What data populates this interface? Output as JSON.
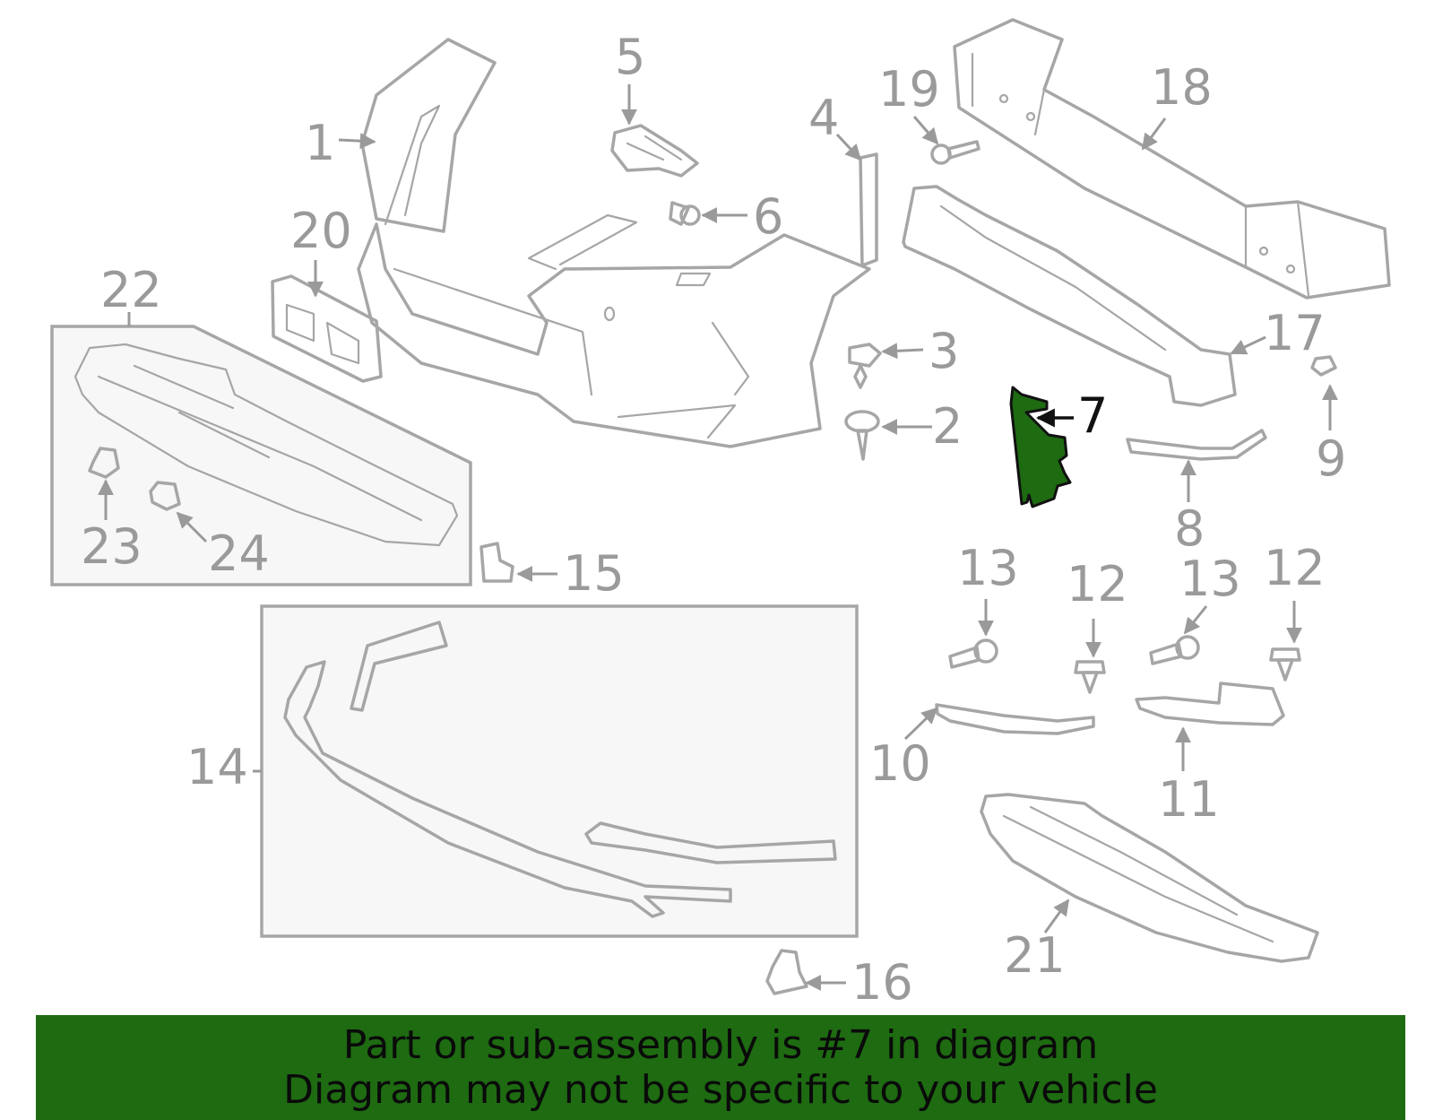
{
  "highlight_color": "#1e6b12",
  "highlighted_part": "7",
  "callouts": {
    "c1": "1",
    "c2": "2",
    "c3": "3",
    "c4": "4",
    "c5": "5",
    "c6": "6",
    "c7": "7",
    "c8": "8",
    "c9": "9",
    "c10": "10",
    "c11": "11",
    "c12a": "12",
    "c12b": "12",
    "c13a": "13",
    "c13b": "13",
    "c14": "14",
    "c15": "15",
    "c16": "16",
    "c17": "17",
    "c18": "18",
    "c19": "19",
    "c20": "20",
    "c21": "21",
    "c22": "22",
    "c23": "23",
    "c24": "24"
  },
  "banner": {
    "line1": "Part or sub-assembly is #7 in diagram",
    "line2": "Diagram may not be specific to your vehicle"
  }
}
